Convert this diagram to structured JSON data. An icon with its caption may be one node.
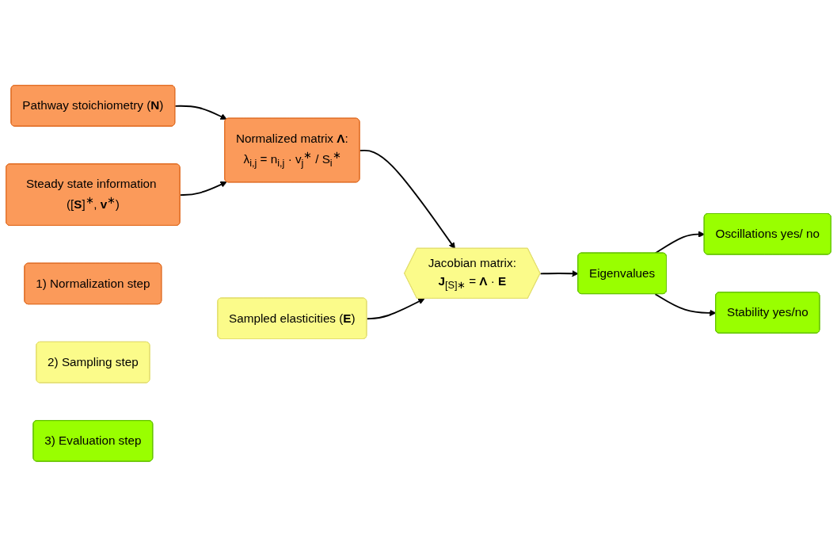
{
  "diagram": {
    "nodes": [
      {
        "text": [
          "Pathway stoichiometry (**N**)"
        ]
      },
      {
        "text": [
          "Normalized matrix **Λ**:",
          "λ$_{i,j}$ = n$_{i,j}$ · v$_{j}$$^{∗}$ / S$_{i}$$^{∗}$"
        ]
      },
      {
        "text": [
          "Steady state information ([**S**]$^{∗}$, **v**$^{∗}$)"
        ]
      },
      {
        "text": [
          "Jacobian matrix:",
          "**J**$_{[S]∗}$ = **Λ** · **E**"
        ]
      },
      {
        "text": [
          "Sampled elasticities (**E**)"
        ]
      },
      {
        "text": [
          "Eigenvalues"
        ]
      },
      {
        "text": [
          "Oscillations yes/ no"
        ]
      },
      {
        "text": [
          "Stability yes/no"
        ]
      },
      {
        "text": [
          "1) Normalization step"
        ]
      },
      {
        "text": [
          "2) Sampling step"
        ]
      },
      {
        "text": [
          "3) Evaluation step"
        ]
      }
    ],
    "edges": [
      {
        "from": 0,
        "to": 1,
        "arrow": "to"
      },
      {
        "from": 2,
        "to": 1,
        "arrow": "to"
      },
      {
        "from": 1,
        "to": 3,
        "arrow": "to"
      },
      {
        "from": 4,
        "to": 3,
        "arrow": "to"
      },
      {
        "from": 3,
        "to": 5,
        "arrow": "to"
      },
      {
        "from": 5,
        "to": 6,
        "arrow": "to"
      },
      {
        "from": 5,
        "to": 7,
        "arrow": "to"
      }
    ]
  }
}
